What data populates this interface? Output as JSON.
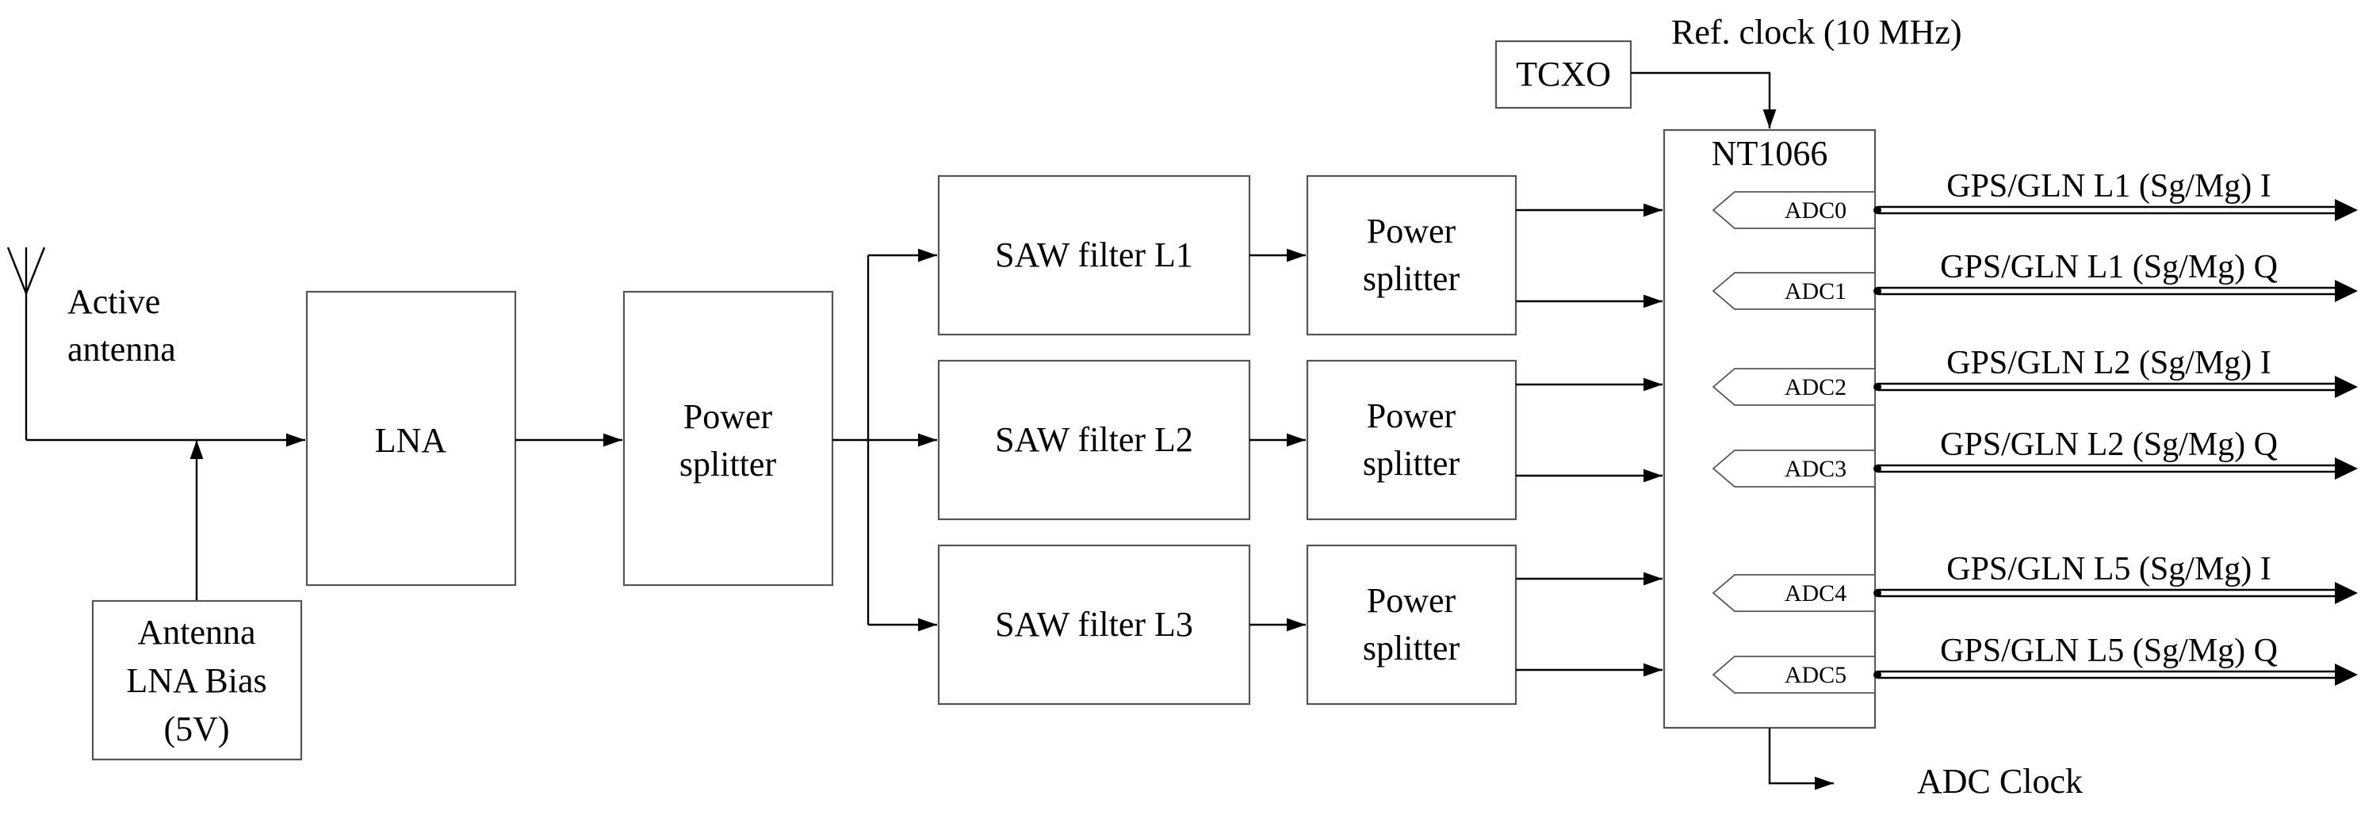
{
  "antenna": {
    "label_line1": "Active",
    "label_line2": "antenna"
  },
  "bias": {
    "line1": "Antenna",
    "line2": "LNA Bias",
    "line3": "(5V)"
  },
  "lna": {
    "label": "LNA"
  },
  "splitter_main": {
    "line1": "Power",
    "line2": "splitter"
  },
  "saw_filters": [
    {
      "label": "SAW filter L1"
    },
    {
      "label": "SAW filter L2"
    },
    {
      "label": "SAW filter L3"
    }
  ],
  "splitters": [
    {
      "line1": "Power",
      "line2": "splitter"
    },
    {
      "line1": "Power",
      "line2": "splitter"
    },
    {
      "line1": "Power",
      "line2": "splitter"
    }
  ],
  "tcxo": {
    "label": "TCXO"
  },
  "ref_clock": {
    "label": "Ref. clock (10 MHz)"
  },
  "chip": {
    "label": "NT1066"
  },
  "adcs": [
    {
      "label": "ADC0",
      "output": "GPS/GLN L1 (Sg/Mg) I"
    },
    {
      "label": "ADC1",
      "output": "GPS/GLN L1 (Sg/Mg) Q"
    },
    {
      "label": "ADC2",
      "output": "GPS/GLN L2 (Sg/Mg) I"
    },
    {
      "label": "ADC3",
      "output": "GPS/GLN L2 (Sg/Mg) Q"
    },
    {
      "label": "ADC4",
      "output": "GPS/GLN L5 (Sg/Mg) I"
    },
    {
      "label": "ADC5",
      "output": "GPS/GLN L5 (Sg/Mg) Q"
    }
  ],
  "adc_clock": {
    "label": "ADC Clock"
  },
  "colors": {
    "line": "#000000",
    "box_border": "#555555",
    "background": "#ffffff"
  }
}
